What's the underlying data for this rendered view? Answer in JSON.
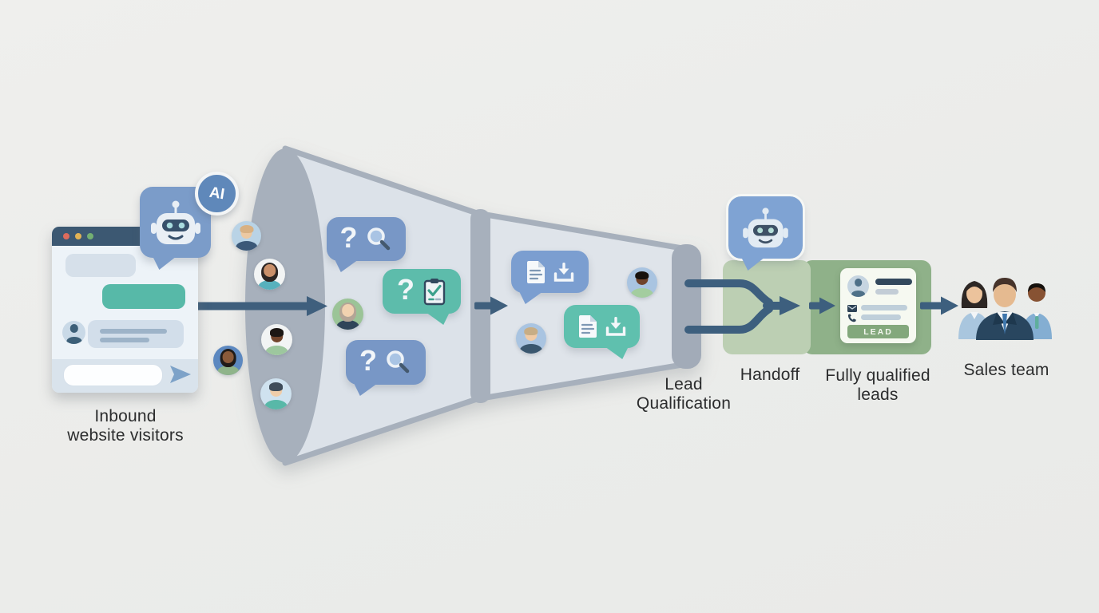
{
  "title": "AI chatbot lead qualification funnel diagram",
  "flow": {
    "stages": [
      {
        "id": "inbound_visitors",
        "lines": [
          "Inbound",
          "website visitors"
        ]
      },
      {
        "id": "lead_qualification",
        "lines": [
          "Lead",
          "Qualification"
        ]
      },
      {
        "id": "handoff",
        "lines": [
          "Handoff"
        ]
      },
      {
        "id": "fully_qualified",
        "lines": [
          "Fully qualified",
          "leads"
        ]
      },
      {
        "id": "sales_team",
        "lines": [
          "Sales team"
        ]
      }
    ]
  },
  "badges": {
    "ai": "AI",
    "lead": "LEAD"
  },
  "glyphs": {
    "question": "?"
  },
  "icons": {
    "robot": "robot-face",
    "ai_badge": "circled-AI",
    "window_controls": "three-traffic-light-dots",
    "send": "paper-plane",
    "magnifier": "magnifying-glass",
    "checklist": "clipboard-with-checkmark",
    "document": "file-with-text-lines",
    "download": "down-arrow-into-tray",
    "email": "envelope",
    "phone": "handset",
    "people": "user-avatars"
  },
  "palette": {
    "background": "#ecedeb",
    "funnel_gray": "#a7b0bc",
    "funnel_interior": "#dce2e9",
    "arrow_dark": "#3f5f7d",
    "bubble_blue": "#7897c6",
    "bubble_teal": "#5dbcab",
    "robot_bubble_blue": "#7b9cc9",
    "ai_badge_blue": "#5f88ba",
    "chat_header": "#3c5872",
    "chat_teal": "#57b9a8",
    "handoff_green_light": "#bccfb3",
    "qualified_green_dark": "#8fb189",
    "lead_badge_green": "#83a87c",
    "label_text": "#2c2d2e"
  }
}
